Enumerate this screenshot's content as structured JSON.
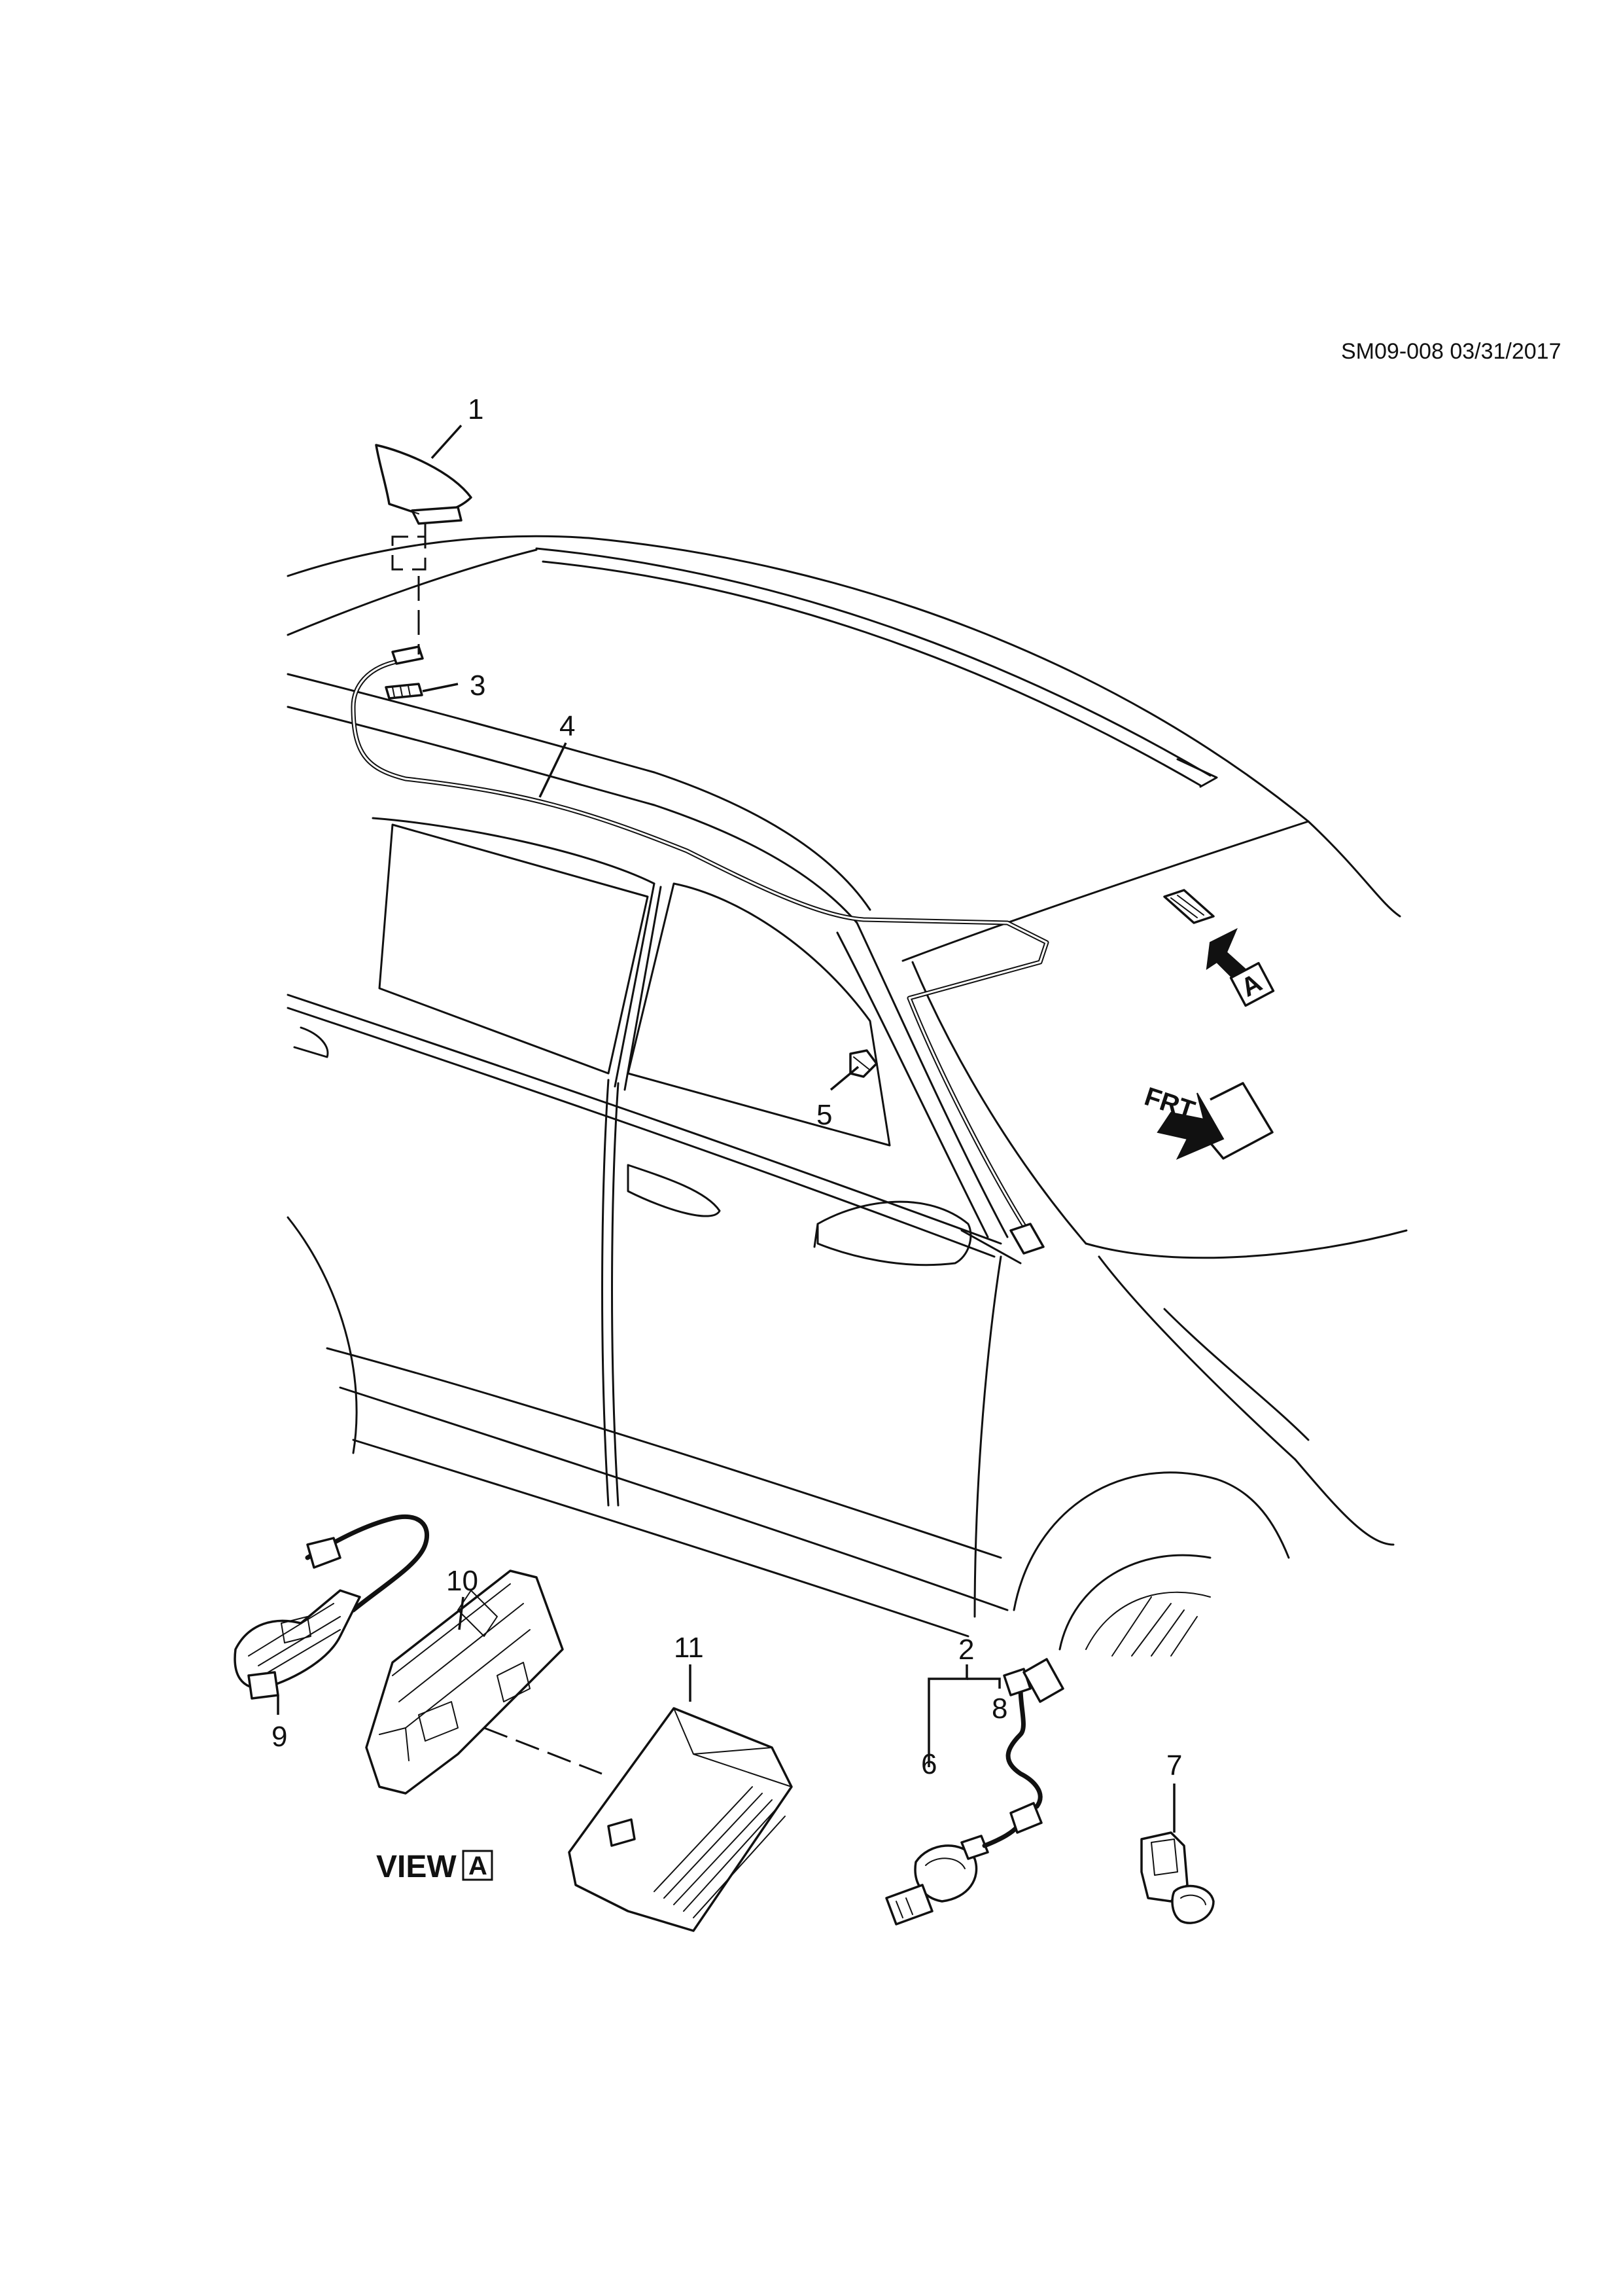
{
  "reference": "SM09-008 03/31/2017",
  "callouts": {
    "c1": "1",
    "c2": "2",
    "c3": "3",
    "c4": "4",
    "c5": "5",
    "c6": "6",
    "c7": "7",
    "c8": "8",
    "c9": "9",
    "c10": "10",
    "c11": "11"
  },
  "view_label": "VIEW",
  "view_ref": "A",
  "arrow_ref": "A",
  "front_label": "FRT"
}
